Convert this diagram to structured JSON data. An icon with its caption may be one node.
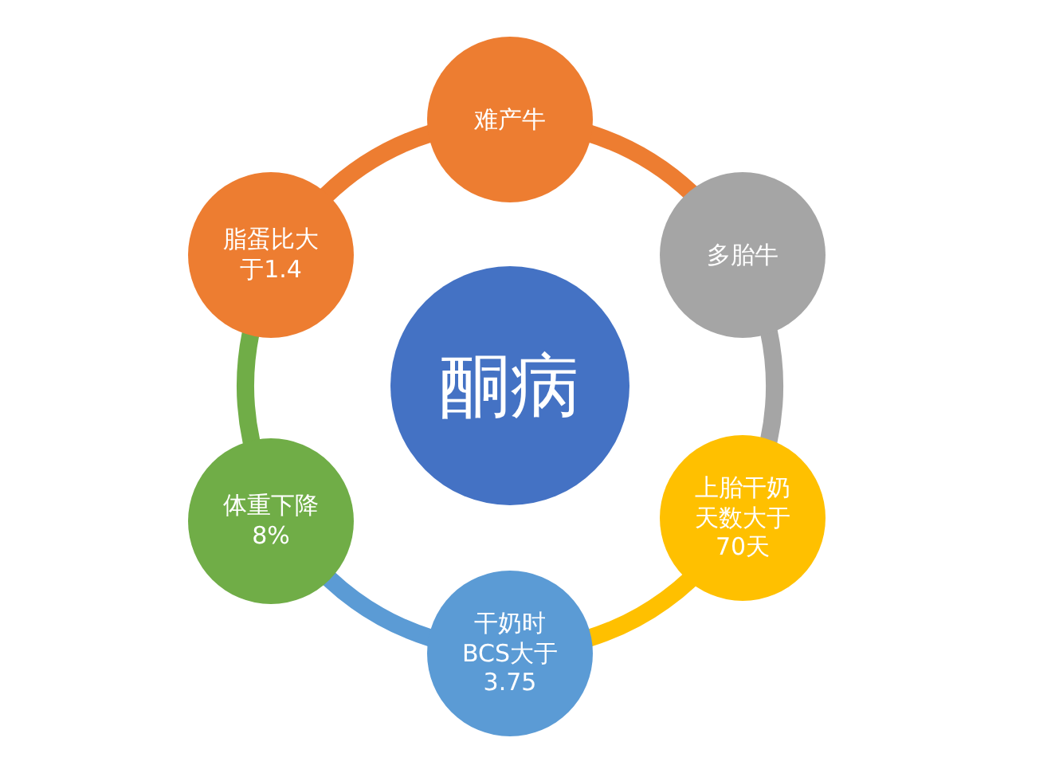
{
  "diagram": {
    "nodes": [
      {
        "text": [
          "酮病"
        ]
      },
      {
        "text": [
          "难产牛"
        ]
      },
      {
        "text": [
          "多胎牛"
        ]
      },
      {
        "text": [
          "上胎干奶天数大于70天"
        ]
      },
      {
        "text": [
          "干奶时BCS大于3.75"
        ]
      },
      {
        "text": [
          "体重下降8%"
        ]
      },
      {
        "text": [
          "脂蛋比大于1.4"
        ]
      }
    ],
    "edges": [
      {
        "from": 1,
        "to": 2,
        "arrow": "none",
        "color": "#ed7d31"
      },
      {
        "from": 2,
        "to": 3,
        "arrow": "none",
        "color": "#a5a5a5"
      },
      {
        "from": 3,
        "to": 4,
        "arrow": "none",
        "color": "#ffc000"
      },
      {
        "from": 4,
        "to": 5,
        "arrow": "none",
        "color": "#5b9bd5"
      },
      {
        "from": 5,
        "to": 6,
        "arrow": "none",
        "color": "#70ad47"
      },
      {
        "from": 6,
        "to": 1,
        "arrow": "none",
        "color": "#ed7d31"
      }
    ]
  }
}
